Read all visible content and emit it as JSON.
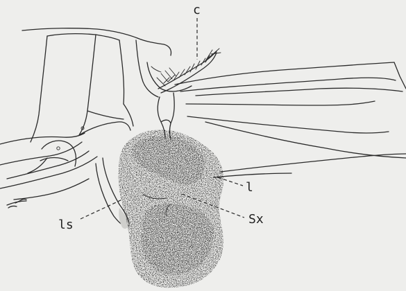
{
  "figure": {
    "labels": {
      "c": "c",
      "l": "l",
      "ls": "ls",
      "sx": "Sx"
    }
  }
}
